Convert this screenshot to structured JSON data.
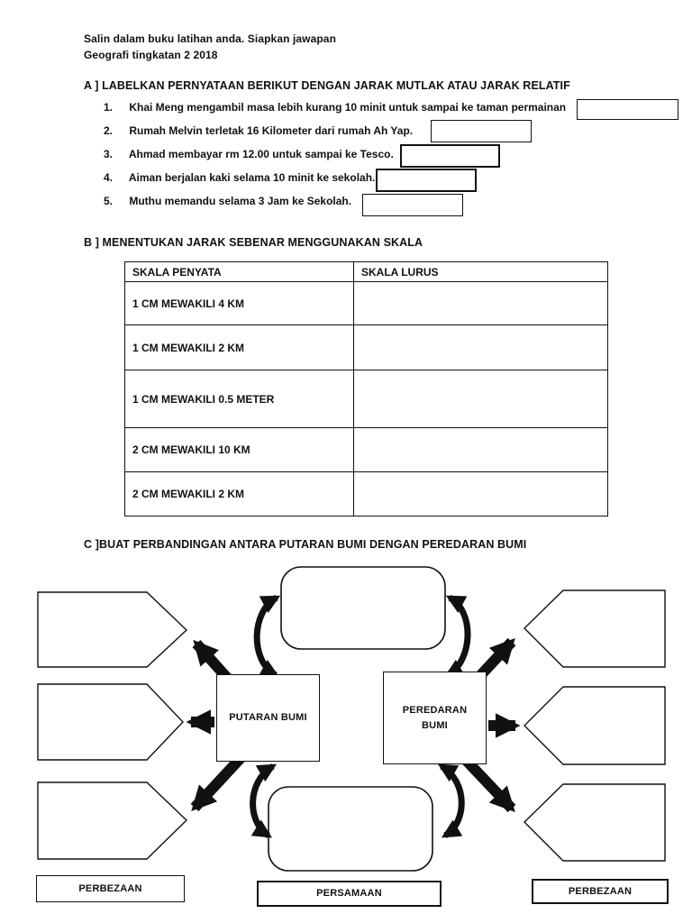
{
  "page": {
    "header_line1": "Salin dalam buku latihan anda. Siapkan jawapan",
    "header_line2": "Geografi tingkatan 2 2018"
  },
  "section_a": {
    "heading": "A ] LABELKAN PERNYATAAN BERIKUT DENGAN JARAK MUTLAK ATAU JARAK RELATIF",
    "items": [
      {
        "num": "1.",
        "text": "Khai Meng mengambil masa lebih kurang 10 minit untuk sampai ke taman permainan"
      },
      {
        "num": "2.",
        "text": "Rumah Melvin terletak 16 Kilometer dari rumah Ah Yap."
      },
      {
        "num": "3.",
        "text": "Ahmad membayar rm 12.00 untuk sampai ke Tesco."
      },
      {
        "num": "4.",
        "text": "Aiman berjalan kaki selama 10 minit ke sekolah."
      },
      {
        "num": "5.",
        "text": "Muthu memandu selama 3 Jam ke Sekolah."
      }
    ]
  },
  "section_b": {
    "heading": "B ] MENENTUKAN JARAK SEBENAR MENGGUNAKAN SKALA",
    "table": {
      "headers": [
        "SKALA PENYATA",
        "SKALA LURUS"
      ],
      "rows": [
        "1 CM MEWAKILI 4 KM",
        "1 CM MEWAKILI 2 KM",
        "1 CM MEWAKILI 0.5 METER",
        "2 CM MEWAKILI 10 KM",
        "2 CM MEWAKILI 2 KM"
      ]
    }
  },
  "section_c": {
    "heading": "C ]BUAT PERBANDINGAN ANTARA PUTARAN BUMI DENGAN PEREDARAN BUMI",
    "diagram": {
      "left_center_box": "PUTARAN BUMI",
      "right_center_box": "PEREDARAN BUMI",
      "bottom_labels": [
        "PERBEZAAN",
        "PERSAMAAN",
        "PERBEZAAN"
      ]
    }
  },
  "colors": {
    "ink": "#111111",
    "paper": "#ffffff"
  }
}
